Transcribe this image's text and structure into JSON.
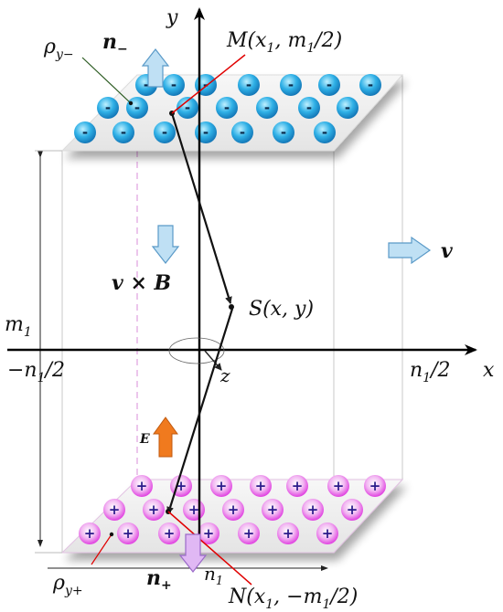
{
  "labels": {
    "y_axis": "y",
    "x_axis": "x",
    "z_axis": "z",
    "n_minus": "n",
    "n_minus_sub": "−",
    "n_plus": "n",
    "n_plus_sub": "+",
    "rho_minus": "ρ",
    "rho_minus_sub": "y−",
    "rho_plus": "ρ",
    "rho_plus_sub": "y+",
    "M_point": "M(x",
    "M_point_sub": "1",
    "M_point_rest": ", m",
    "M_point_sub2": "1",
    "M_point_tail": "/2)",
    "N_point": "N(x",
    "N_point_sub": "1",
    "N_point_rest": ", −m",
    "N_point_sub2": "1",
    "N_point_tail": "/2)",
    "S_point": "S(x, y)",
    "v_cross_B": "v × B",
    "v_label": "v",
    "E_label": "E",
    "m1": "m",
    "m1_sub": "1",
    "left_tick": "−n",
    "left_tick_sub": "1",
    "left_tick_tail": "/2",
    "right_tick": "n",
    "right_tick_sub": "1",
    "right_tick_tail": "/2",
    "n1": "n",
    "n1_sub": "1"
  },
  "charges": {
    "negative_sign": "-",
    "positive_sign": "+",
    "negative_color": "#29a9e0",
    "positive_color": "#e860e8"
  },
  "colors": {
    "arrow_fill": "#bfe0f4",
    "arrow_stroke": "#5a9ac8",
    "E_arrow": "#f07a1e",
    "pointer_red": "#e00000",
    "pointer_green": "#2a5a20",
    "dashed_pink": "#e0a0e0"
  }
}
